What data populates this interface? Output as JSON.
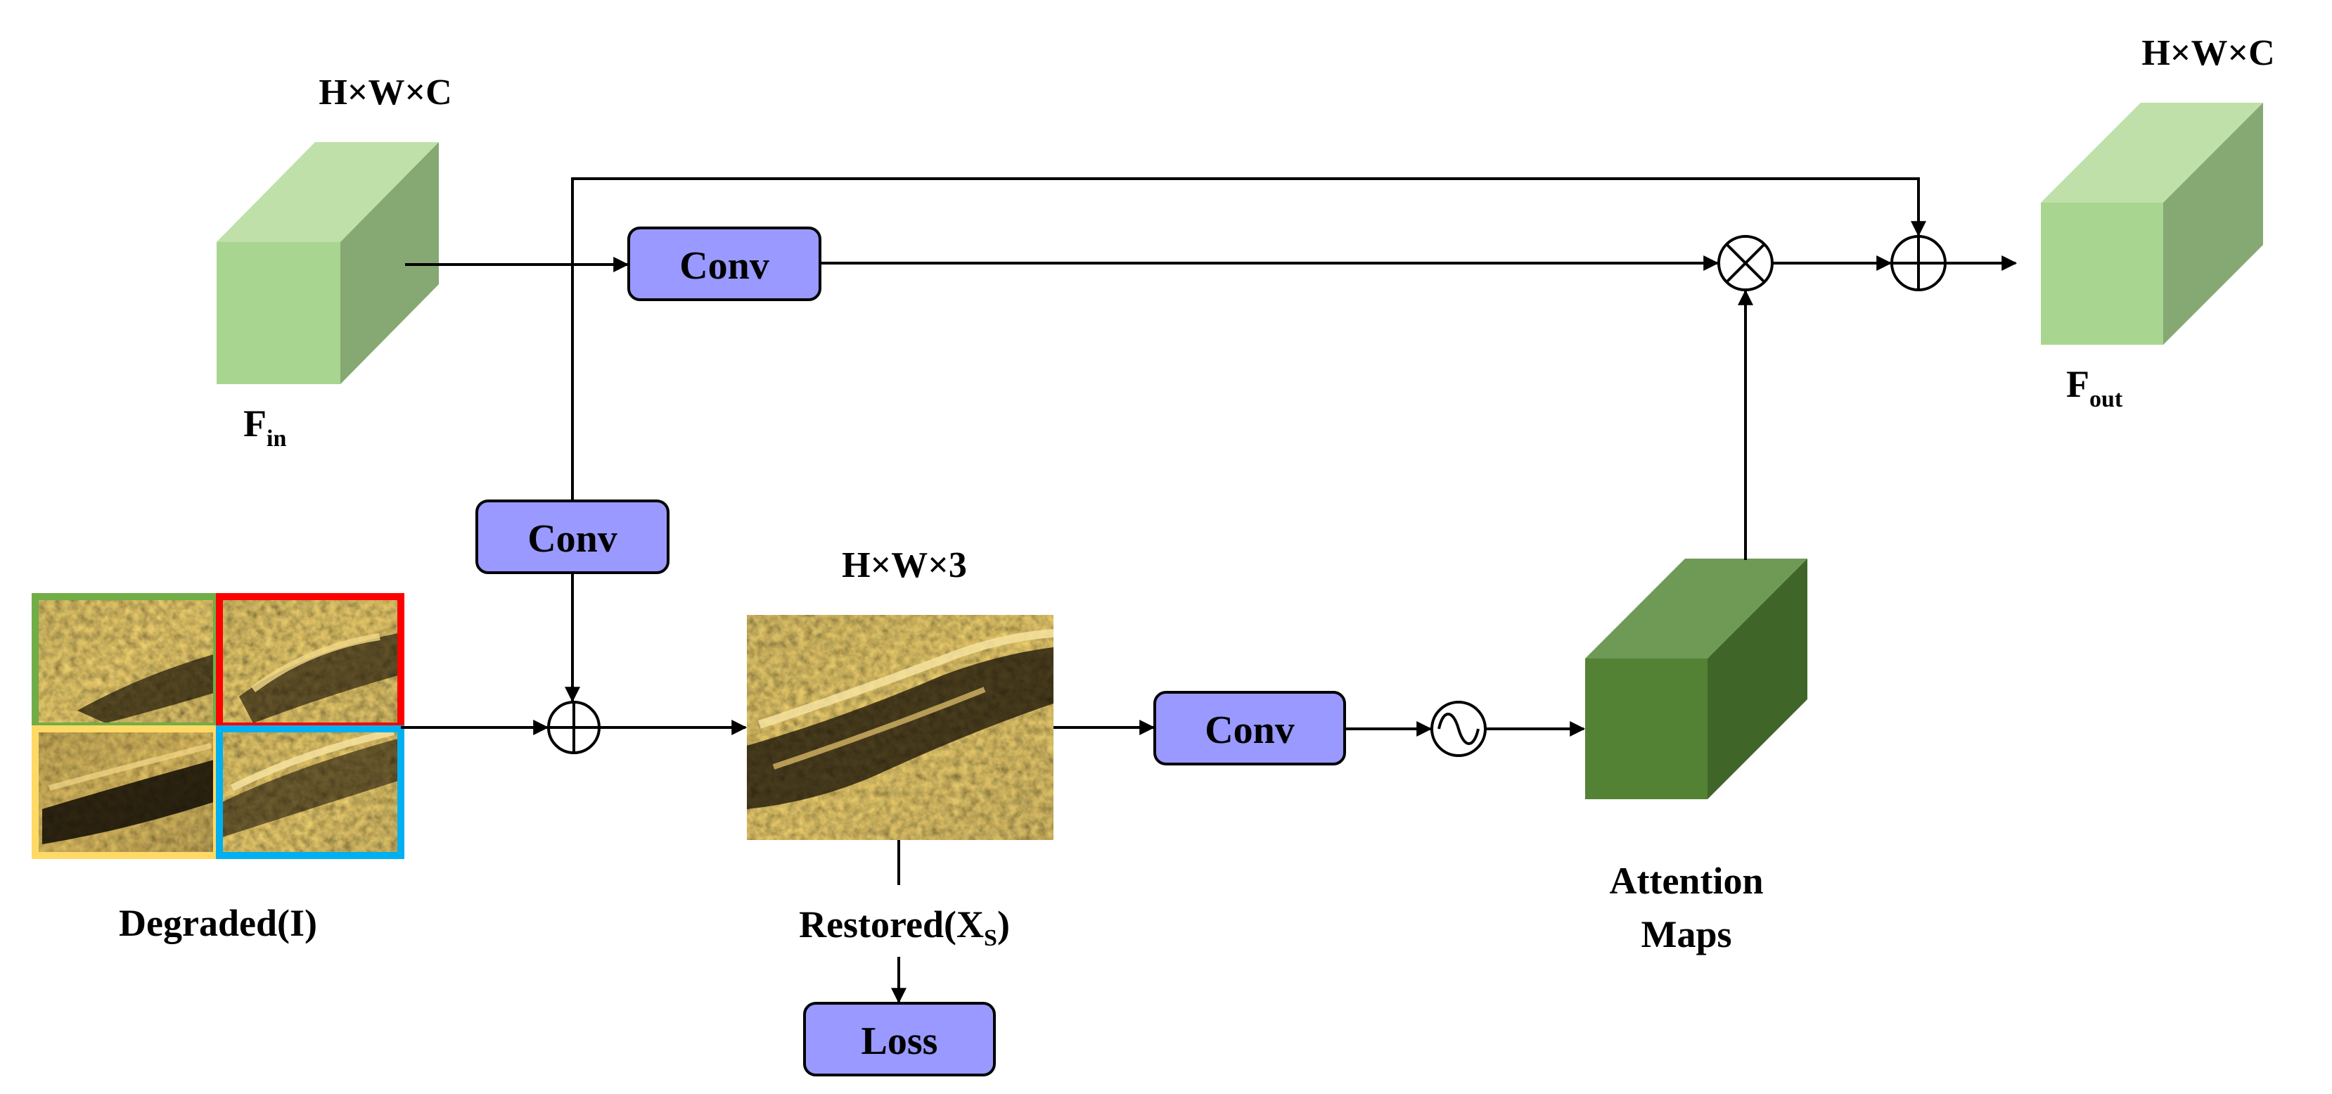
{
  "labels": {
    "input_dims": "H×W×C",
    "output_dims": "H×W×C",
    "restored_dims": "H×W×3",
    "fin_main": "F",
    "fin_sub": "in",
    "fout_main": "F",
    "fout_sub": "out",
    "degraded": "Degraded(I)",
    "restored_main": "Restored(X",
    "restored_sub": "S",
    "restored_close": ")",
    "attention_line1": "Attention",
    "attention_line2": "Maps"
  },
  "blocks": {
    "conv_top": "Conv",
    "conv_left": "Conv",
    "conv_mid": "Conv",
    "loss": "Loss"
  },
  "colors": {
    "feature_block_front": "#a8d590",
    "feature_block_top": "#bfe0a9",
    "feature_block_side": "#86a873",
    "attention_front": "#548235",
    "attention_top": "#6f9a55",
    "attention_side": "#3f6628",
    "conv_fill": "#9999ff",
    "quad_green": "#70ad47",
    "quad_red": "#ff0000",
    "quad_yellow": "#ffd966",
    "quad_blue": "#00b0f0"
  }
}
